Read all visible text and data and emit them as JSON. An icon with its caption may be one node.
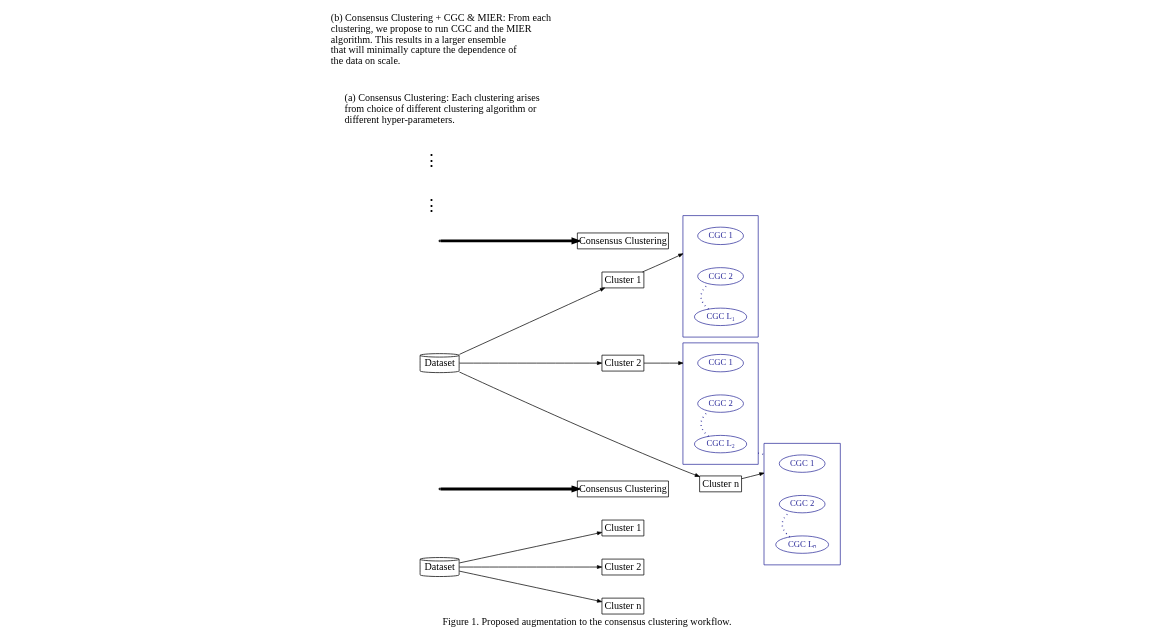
{
  "diagram": {
    "caption": "Figure 1. Proposed augmentation to the consensus clustering workflow.",
    "nodes": [
      {
        "text": [
          "Dataset"
        ]
      },
      {
        "text": [
          "Cluster 1"
        ]
      },
      {
        "text": [
          "Cluster 2"
        ]
      },
      {
        "text": [
          "Cluster n"
        ]
      },
      {
        "text": [
          "Consensus Clustering"
        ]
      },
      {
        "text": [
          "Dataset"
        ]
      },
      {
        "text": [
          "Cluster 1"
        ]
      },
      {
        "text": [
          "Cluster 2"
        ]
      },
      {
        "text": [
          "Cluster n"
        ]
      },
      {
        "text": [],
        "shape": "box"
      },
      {
        "text": [
          "CGC 1"
        ],
        "in": 9
      },
      {
        "text": [
          "CGC 2"
        ],
        "in": 9
      },
      {
        "text": [
          "CGC L₁"
        ],
        "in": 9
      },
      {
        "text": [],
        "shape": "box"
      },
      {
        "text": [
          "CGC 1"
        ],
        "in": 13
      },
      {
        "text": [
          "CGC 2"
        ],
        "in": 13
      },
      {
        "text": [
          "CGC L₂"
        ],
        "in": 13
      },
      {
        "text": [],
        "shape": "box"
      },
      {
        "text": [
          "CGC 1"
        ],
        "in": 17
      },
      {
        "text": [
          "CGC 2"
        ],
        "in": 17
      },
      {
        "text": [
          "CGC Lₙ"
        ],
        "in": 17
      },
      {
        "text": [
          "Consensus Clustering"
        ]
      }
    ],
    "edges": [
      {
        "from": 0,
        "to": 1,
        "arrow": "to"
      },
      {
        "from": 0,
        "to": 2,
        "arrow": "to"
      },
      {
        "from": 0,
        "to": 3,
        "arrow": "to"
      },
      {
        "from": null,
        "to": 4,
        "arrow": "to",
        "style": "thick"
      },
      {
        "from": 5,
        "to": 6,
        "arrow": "to"
      },
      {
        "from": 5,
        "to": 7,
        "arrow": "to"
      },
      {
        "from": 5,
        "to": 8,
        "arrow": "to"
      },
      {
        "from": 6,
        "to": 9,
        "arrow": "to"
      },
      {
        "from": 7,
        "to": 13,
        "arrow": "to"
      },
      {
        "from": 8,
        "to": 17,
        "arrow": "to"
      },
      {
        "from": 11,
        "to": 12,
        "arrow": "none",
        "style": "dashed",
        "color": "#2b2b9a"
      },
      {
        "from": 15,
        "to": 16,
        "arrow": "none",
        "style": "dashed",
        "color": "#2b2b9a"
      },
      {
        "from": 19,
        "to": 20,
        "arrow": "none",
        "style": "dashed",
        "color": "#2b2b9a"
      },
      {
        "from": 13,
        "to": 17,
        "arrow": "none",
        "style": "dashed",
        "color": "#2b2b9a"
      },
      {
        "from": null,
        "to": 21,
        "arrow": "to",
        "style": "thick"
      }
    ],
    "labels": [
      "⋮",
      "⋮",
      "(a) Consensus Clustering: Each clustering arises from choice of different clustering algorithm or different hyper-parameters.",
      "(b) Consensus Clustering + CGC & MIER: From each clustering, we propose to run CGC and the MIER algorithm. This results in a larger ensemble that will minimally capture the dependence of the data on scale."
    ]
  }
}
